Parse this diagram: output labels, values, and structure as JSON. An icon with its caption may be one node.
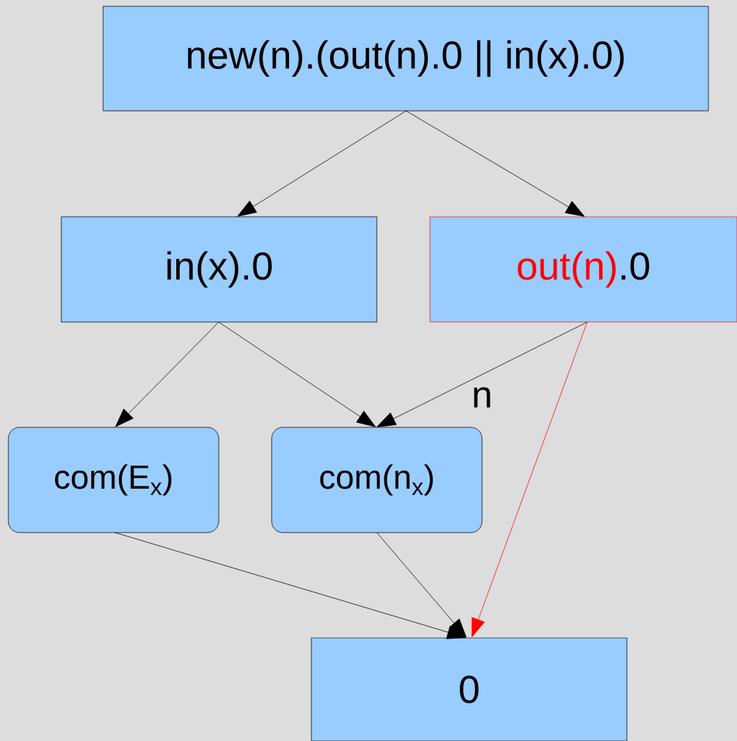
{
  "diagram": {
    "nodes": [
      {
        "text": [
          "new(n).(out(n).0 || in(x).0)"
        ]
      },
      {
        "text": [
          "in(x).0"
        ]
      },
      {
        "text": [
          "out(n)",
          ".0"
        ]
      },
      {
        "text": [
          "com(E$_{x}$)"
        ]
      },
      {
        "text": [
          "com(n$_{x}$)"
        ]
      },
      {
        "text": [
          "0"
        ]
      }
    ],
    "edges": [
      {
        "from": 0,
        "to": 1,
        "arrow": "to"
      },
      {
        "from": 0,
        "to": 2,
        "arrow": "to"
      },
      {
        "from": 1,
        "to": 3,
        "arrow": "to"
      },
      {
        "from": 1,
        "to": 4,
        "arrow": "to"
      },
      {
        "from": 2,
        "to": 4,
        "arrow": "to",
        "label": "n"
      },
      {
        "from": 2,
        "to": 5,
        "arrow": "to",
        "color": "#ff0000"
      },
      {
        "from": 3,
        "to": 5,
        "arrow": "to"
      },
      {
        "from": 4,
        "to": 5,
        "arrow": "to"
      }
    ]
  }
}
